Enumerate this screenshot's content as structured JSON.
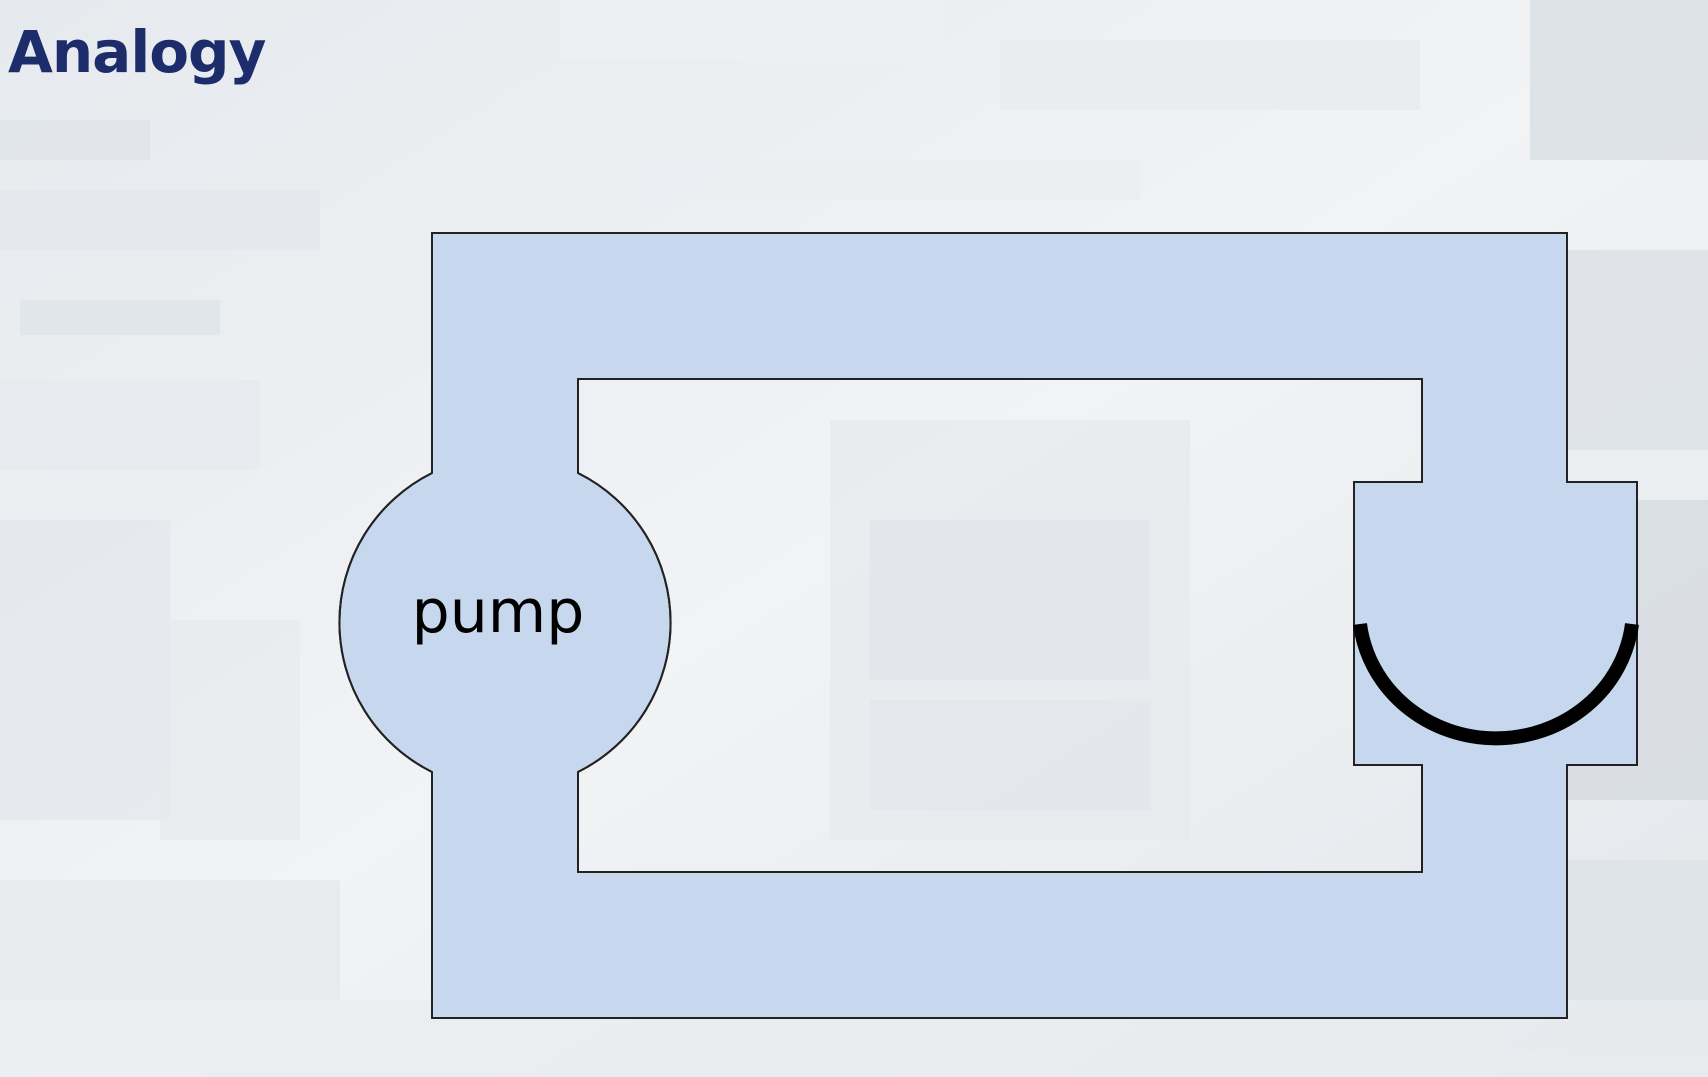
{
  "slide": {
    "title": "Analogy"
  },
  "diagram": {
    "pump_label": "pump",
    "components": [
      "pipe-loop",
      "pump",
      "resistor-chamber"
    ]
  },
  "colors": {
    "title": "#1d2d6b",
    "pipe_fill": "#c7d8ee",
    "outline": "#222222",
    "restriction": "#000000",
    "background": "#edf0f3"
  }
}
